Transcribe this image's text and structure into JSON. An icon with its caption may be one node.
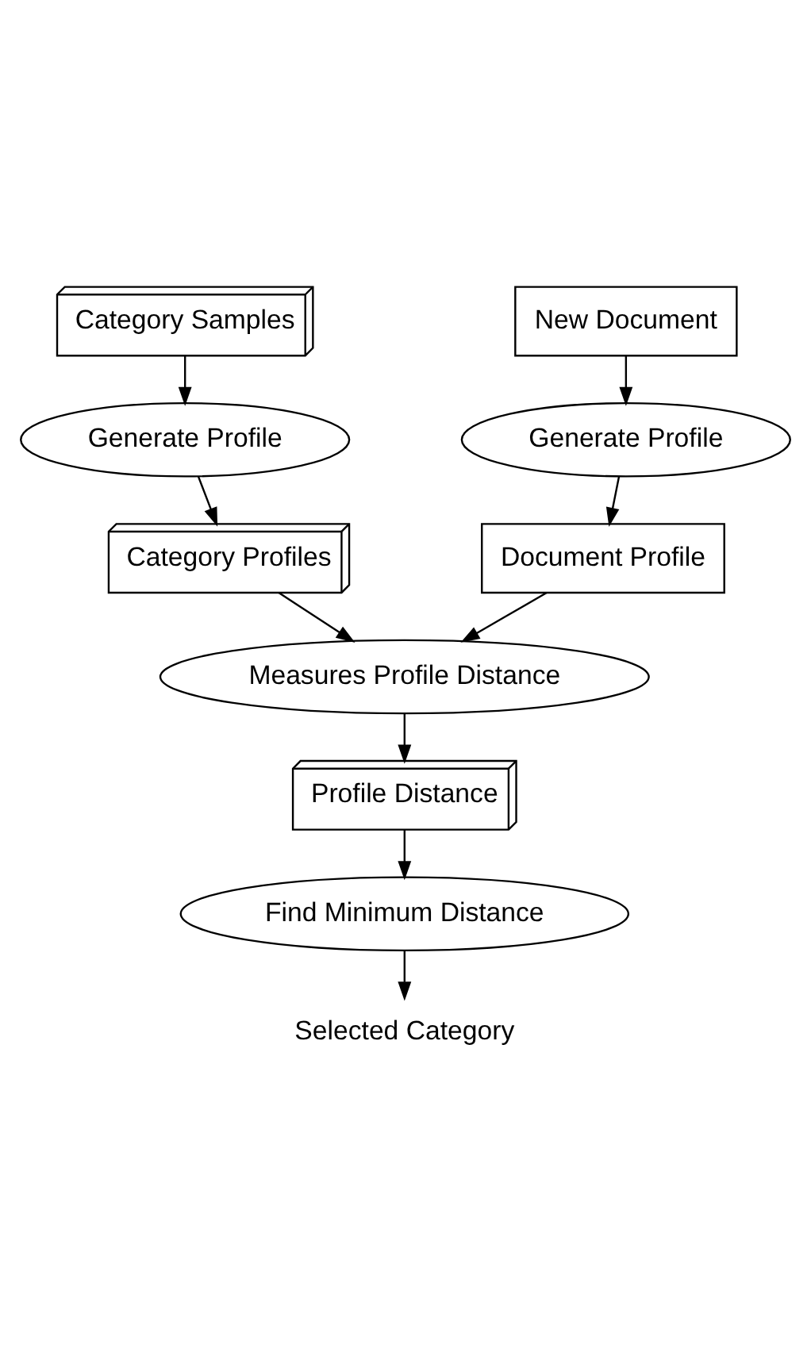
{
  "diagram": {
    "nodes": [
      {
        "text": [
          "Category Samples"
        ]
      },
      {
        "text": [
          "Generate Profile"
        ]
      },
      {
        "text": [
          "Category Profiles"
        ]
      },
      {
        "text": [
          "New Document"
        ]
      },
      {
        "text": [
          "Generate Profile"
        ]
      },
      {
        "text": [
          "Document Profile"
        ]
      },
      {
        "text": [
          "Measures Profile Distance"
        ]
      },
      {
        "text": [
          "Profile Distance"
        ]
      },
      {
        "text": [
          "Find Minimum Distance"
        ]
      },
      {
        "text": [
          "Selected Category"
        ]
      }
    ],
    "edges": [
      {
        "from": 0,
        "to": 1,
        "arrow": "to"
      },
      {
        "from": 1,
        "to": 2,
        "arrow": "to"
      },
      {
        "from": 3,
        "to": 4,
        "arrow": "to"
      },
      {
        "from": 4,
        "to": 5,
        "arrow": "to"
      },
      {
        "from": 2,
        "to": 6,
        "arrow": "to"
      },
      {
        "from": 5,
        "to": 6,
        "arrow": "to"
      },
      {
        "from": 6,
        "to": 7,
        "arrow": "to"
      },
      {
        "from": 7,
        "to": 8,
        "arrow": "to"
      },
      {
        "from": 8,
        "to": 9,
        "arrow": "to"
      }
    ]
  }
}
